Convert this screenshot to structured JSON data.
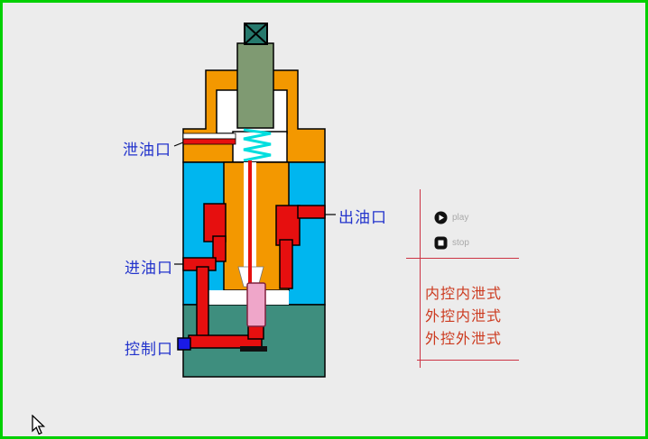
{
  "window": {
    "background": "#ececec",
    "frame_color": "#00d000"
  },
  "diagram": {
    "port_labels": {
      "drain": "泄油口",
      "outlet": "出油口",
      "inlet": "进油口",
      "control": "控制口"
    },
    "label_color": "#2233cc",
    "palette": {
      "body_orange": "#f39800",
      "chamber_cyan": "#00b6ef",
      "channel_red": "#e60f0f",
      "base_teal": "#3e8e7e",
      "stem_green": "#7f9a72",
      "spring_cyan": "#00dede",
      "piston_pink": "#efa6c9",
      "control_port_blue": "#1a1ae6",
      "cap_teal": "#26796d"
    }
  },
  "player": {
    "play_label": "play",
    "stop_label": "stop"
  },
  "mode_menu": {
    "text_color": "#cc3a1f",
    "items": [
      {
        "label": "内控内泄式"
      },
      {
        "label": "外控内泄式"
      },
      {
        "label": "外控外泄式"
      }
    ]
  }
}
